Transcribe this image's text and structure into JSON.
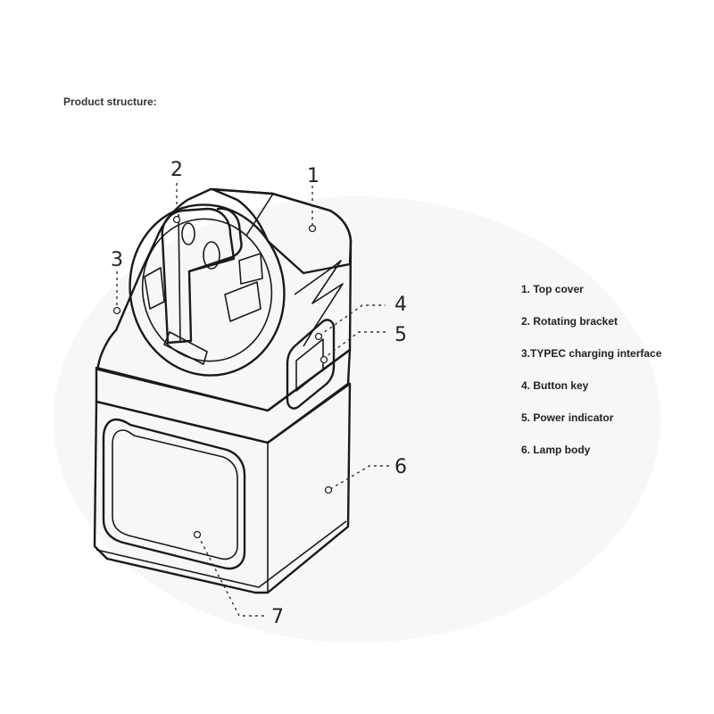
{
  "heading": "Product structure:",
  "callouts": [
    "1",
    "2",
    "3",
    "4",
    "5",
    "6",
    "7"
  ],
  "legend": [
    "1. Top cover",
    "2. Rotating bracket",
    "3.TYPEC charging interface",
    "4. Button key",
    "5. Power indicator",
    "6. Lamp body"
  ]
}
